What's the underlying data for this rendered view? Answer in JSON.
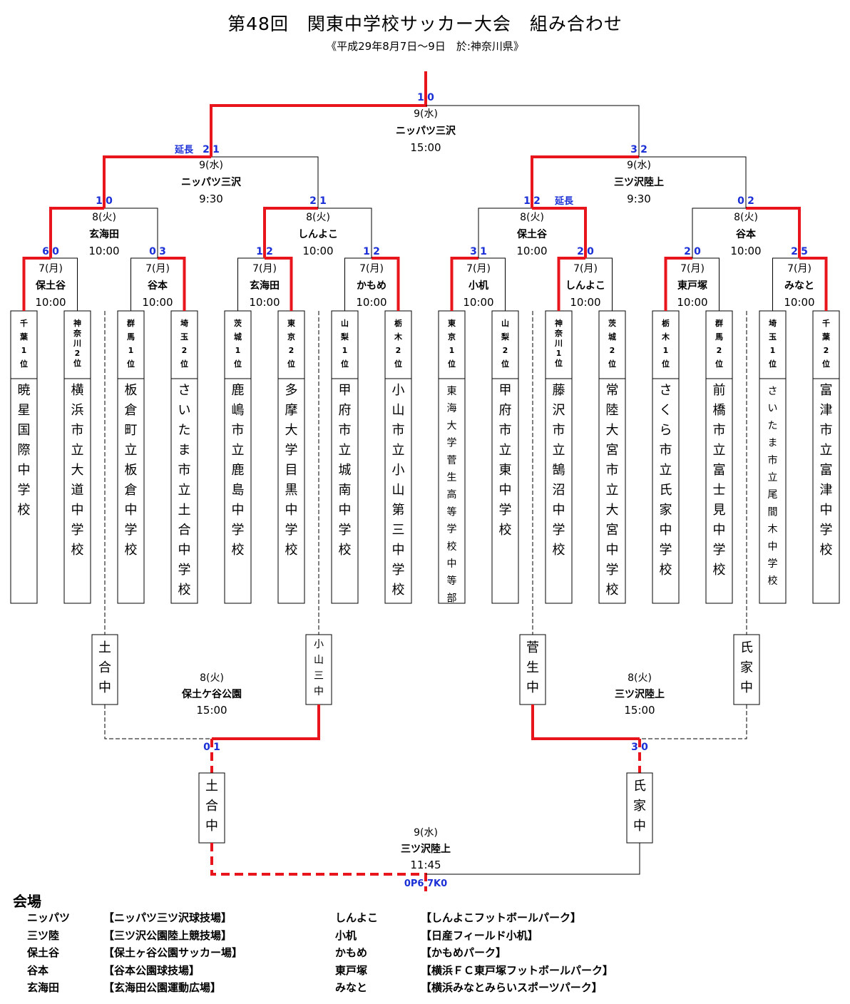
{
  "title": "第48回　関東中学校サッカー大会　組み合わせ",
  "subtitle": "《平成29年8月7日～9日　於:神奈川県》",
  "teams": [
    {
      "seed": "千葉1位",
      "name": "暁星国際中学校"
    },
    {
      "seed": "神奈川2位",
      "name": "横浜市立大道中学校"
    },
    {
      "seed": "群馬1位",
      "name": "板倉町立板倉中学校"
    },
    {
      "seed": "埼玉2位",
      "name": "さいたま市立土合中学校"
    },
    {
      "seed": "茨城1位",
      "name": "鹿嶋市立鹿島中学校"
    },
    {
      "seed": "東京2位",
      "name": "多摩大学目黒中学校"
    },
    {
      "seed": "山梨1位",
      "name": "甲府市立城南中学校"
    },
    {
      "seed": "栃木2位",
      "name": "小山市立小山第三中学校"
    },
    {
      "seed": "東京1位",
      "name": "東海大学菅生高等学校中等部"
    },
    {
      "seed": "山梨2位",
      "name": "甲府市立東中学校"
    },
    {
      "seed": "神奈川1位",
      "name": "藤沢市立鵠沼中学校"
    },
    {
      "seed": "茨城2位",
      "name": "常陸大宮市立大宮中学校"
    },
    {
      "seed": "栃木1位",
      "name": "さくら市立氏家中学校"
    },
    {
      "seed": "群馬2位",
      "name": "前橋市立富士見中学校"
    },
    {
      "seed": "埼玉1位",
      "name": "さいたま市立尾間木中学校"
    },
    {
      "seed": "千葉2位",
      "name": "富津市立富津中学校"
    }
  ],
  "round1": [
    {
      "day": "7(月)",
      "venue": "保土谷",
      "time": "10:00",
      "score_l": "6",
      "score_r": "0"
    },
    {
      "day": "7(月)",
      "venue": "谷本",
      "time": "10:00",
      "score_l": "0",
      "score_r": "3"
    },
    {
      "day": "7(月)",
      "venue": "玄海田",
      "time": "10:00",
      "score_l": "1",
      "score_r": "2"
    },
    {
      "day": "7(月)",
      "venue": "かもめ",
      "time": "10:00",
      "score_l": "1",
      "score_r": "2"
    },
    {
      "day": "7(月)",
      "venue": "小机",
      "time": "10:00",
      "score_l": "3",
      "score_r": "1"
    },
    {
      "day": "7(月)",
      "venue": "しんよこ",
      "time": "10:00",
      "score_l": "2",
      "score_r": "0"
    },
    {
      "day": "7(月)",
      "venue": "東戸塚",
      "time": "10:00",
      "score_l": "2",
      "score_r": "0"
    },
    {
      "day": "7(月)",
      "venue": "みなと",
      "time": "10:00",
      "score_l": "2",
      "score_r": "5"
    }
  ],
  "round2": [
    {
      "day": "8(火)",
      "venue": "玄海田",
      "time": "10:00",
      "score_l": "1",
      "score_r": "0",
      "note": ""
    },
    {
      "day": "8(火)",
      "venue": "しんよこ",
      "time": "10:00",
      "score_l": "2",
      "score_r": "1",
      "note": ""
    },
    {
      "day": "8(火)",
      "venue": "保土谷",
      "time": "10:00",
      "score_l": "1",
      "score_r": "2",
      "note": "延長"
    },
    {
      "day": "8(火)",
      "venue": "谷本",
      "time": "10:00",
      "score_l": "0",
      "score_r": "2",
      "note": ""
    }
  ],
  "semis": [
    {
      "day": "9(水)",
      "venue": "ニッパツ三沢",
      "time": "9:30",
      "score_l": "2",
      "score_r": "1",
      "note": "延長"
    },
    {
      "day": "9(水)",
      "venue": "三ツ沢陸上",
      "time": "9:30",
      "score_l": "3",
      "score_r": "2",
      "note": ""
    }
  ],
  "final": {
    "day": "9(水)",
    "venue": "ニッパツ三沢",
    "time": "15:00",
    "score_l": "1",
    "score_r": "0"
  },
  "consolation": {
    "boxes": [
      "土合中",
      "小山三中",
      "菅生中",
      "氏家中"
    ],
    "match1": {
      "day": "8(火)",
      "venue": "保土ケ谷公園",
      "time": "15:00",
      "score_l": "0",
      "score_r": "1"
    },
    "match2": {
      "day": "8(火)",
      "venue": "三ツ沢陸上",
      "time": "15:00",
      "score_l": "3",
      "score_r": "0"
    },
    "winners": [
      "土合中",
      "氏家中"
    ],
    "final": {
      "day": "9(水)",
      "venue": "三ツ沢陸上",
      "time": "11:45",
      "score_text": "0P6 7K0"
    }
  },
  "legend": {
    "heading": "会場",
    "items": [
      {
        "abbr": "ニッパツ",
        "full": "【ニッパツ三ツ沢球技場】"
      },
      {
        "abbr": "三ツ陸",
        "full": "【三ツ沢公園陸上競技場】"
      },
      {
        "abbr": "保土谷",
        "full": "【保土ヶ谷公園サッカー場】"
      },
      {
        "abbr": "谷本",
        "full": "【谷本公園球技場】"
      },
      {
        "abbr": "玄海田",
        "full": "【玄海田公園運動広場】"
      },
      {
        "abbr": "しんよこ",
        "full": "【しんよこフットボールパーク】"
      },
      {
        "abbr": "小机",
        "full": "【日産フィールド小机】"
      },
      {
        "abbr": "かもめ",
        "full": "【かもめパーク】"
      },
      {
        "abbr": "東戸塚",
        "full": "【横浜ＦＣ東戸塚フットボールパーク】"
      },
      {
        "abbr": "みなと",
        "full": "【横浜みなとみらいスポーツパーク】"
      }
    ]
  },
  "colors": {
    "win": "#e8161c",
    "score": "#1a2fd6",
    "line": "#000000"
  }
}
